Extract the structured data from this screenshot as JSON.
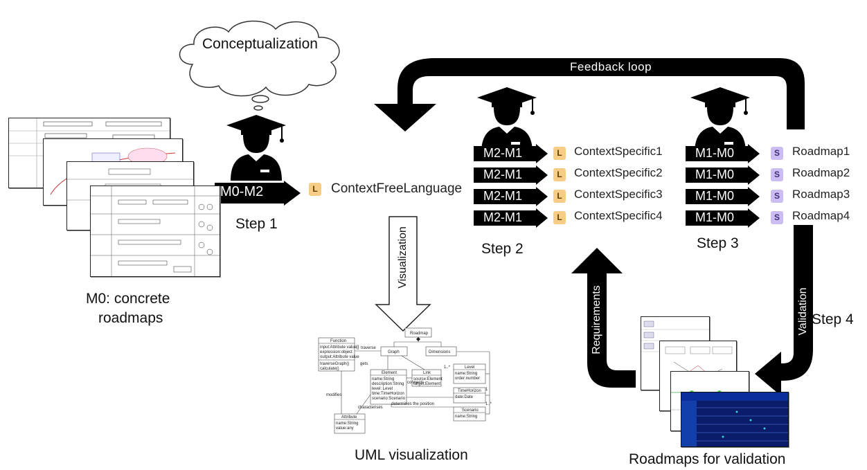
{
  "cloud": {
    "text": "Conceptualization"
  },
  "feedback": {
    "label": "Feedback loop"
  },
  "step1": {
    "arrow": "M0-M2",
    "step": "Step 1",
    "lang_badge": "L",
    "language": "ContextFreeLanguage"
  },
  "visualization_label": "Visualization",
  "uml_caption": "UML visualization",
  "m0_caption_line1": "M0: concrete",
  "m0_caption_line2": "roadmaps",
  "step2": {
    "step": "Step 2",
    "rows": [
      {
        "arrow": "M2-M1",
        "badge": "L",
        "label": "ContextSpecific1"
      },
      {
        "arrow": "M2-M1",
        "badge": "L",
        "label": "ContextSpecific2"
      },
      {
        "arrow": "M2-M1",
        "badge": "L",
        "label": "ContextSpecific3"
      },
      {
        "arrow": "M2-M1",
        "badge": "L",
        "label": "ContextSpecific4"
      }
    ]
  },
  "step3": {
    "step": "Step 3",
    "rows": [
      {
        "arrow": "M1-M0",
        "badge": "S",
        "label": "Roadmap1"
      },
      {
        "arrow": "M1-M0",
        "badge": "S",
        "label": "Roadmap2"
      },
      {
        "arrow": "M1-M0",
        "badge": "S",
        "label": "Roadmap3"
      },
      {
        "arrow": "M1-M0",
        "badge": "S",
        "label": "Roadmap4"
      }
    ]
  },
  "requirements_label": "Requirements",
  "validation_label": "Validation",
  "step4": "Step 4",
  "validation_caption": "Roadmaps for validation",
  "uml": {
    "roadmap": "Roadmap",
    "graph": "Graph",
    "dimensions": "Dimensions",
    "function": {
      "title": "Function",
      "attrs": [
        "input:Attribute value[]",
        "expression:object",
        "output:Attribute value"
      ],
      "ops": [
        "traverseGraph()",
        "calculate()"
      ]
    },
    "element": {
      "title": "Element",
      "attrs": [
        "name:String",
        "description:String",
        "level: Level",
        "time:TimeHorizon",
        "scenario:Scenario"
      ]
    },
    "link": {
      "title": "Link",
      "attrs": [
        "source:Element",
        "target:Element"
      ]
    },
    "level": {
      "title": "Level",
      "attrs": [
        "name:String",
        "order:number"
      ]
    },
    "timehorizon": {
      "title": "TimeHorizon",
      "attrs": [
        "date:Date"
      ]
    },
    "scenario": {
      "title": "Scenario",
      "attrs": [
        "name:String"
      ]
    },
    "attribute": {
      "title": "Attribute",
      "attrs": [
        "name:String",
        "value:any"
      ]
    },
    "traverse": "traverse",
    "gets": "gets",
    "connects": "connects",
    "modifies": "modifies",
    "characterises": "characterises",
    "determines": "determines the position",
    "mult_1": "1",
    "mult_1n": "1..*"
  }
}
